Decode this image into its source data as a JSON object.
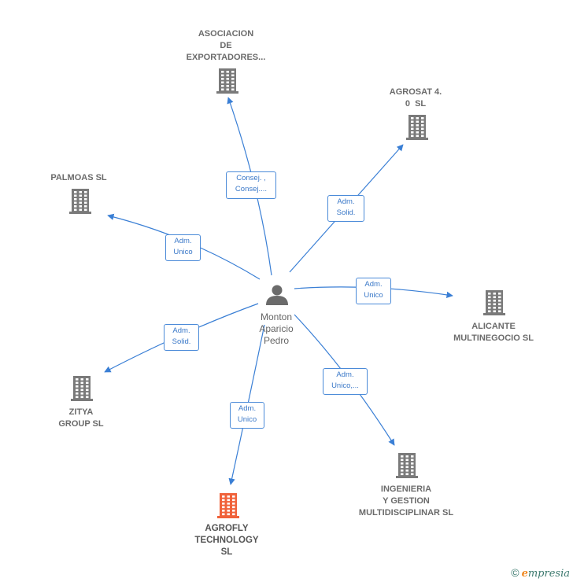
{
  "center": {
    "name_lines": [
      "Monton",
      "Aparicio",
      "Pedro"
    ],
    "icon": "person-icon"
  },
  "colors": {
    "edge": "#3a7fd5",
    "company": "#7a7a7a",
    "company_highlight": "#f0623a",
    "label_text": "#3a78c8"
  },
  "companies": [
    {
      "id": "asociacion",
      "lines": [
        "ASOCIACION",
        "DE",
        "EXPORTADORES..."
      ],
      "icon": "building-icon",
      "highlight": false
    },
    {
      "id": "agrosat",
      "lines": [
        "AGROSAT 4.",
        "0  SL"
      ],
      "icon": "building-icon",
      "highlight": false
    },
    {
      "id": "palmoas",
      "lines": [
        "PALMOAS SL"
      ],
      "icon": "building-icon",
      "highlight": false
    },
    {
      "id": "alicante",
      "lines": [
        "ALICANTE",
        "MULTINEGOCIO SL"
      ],
      "icon": "building-icon",
      "highlight": false
    },
    {
      "id": "zitya",
      "lines": [
        "ZITYA",
        "GROUP SL"
      ],
      "icon": "building-icon",
      "highlight": false
    },
    {
      "id": "ingenieria",
      "lines": [
        "INGENIERIA",
        "Y GESTION",
        "MULTIDISCIPLINAR SL"
      ],
      "icon": "building-icon",
      "highlight": false
    },
    {
      "id": "agrofly",
      "lines": [
        "AGROFLY",
        "TECHNOLOGY",
        "SL"
      ],
      "icon": "building-icon",
      "highlight": true
    }
  ],
  "relations": [
    {
      "to": "asociacion",
      "lines": [
        "Consej. ,",
        "Consej...."
      ]
    },
    {
      "to": "agrosat",
      "lines": [
        "Adm.",
        "Solid."
      ]
    },
    {
      "to": "palmoas",
      "lines": [
        "Adm.",
        "Unico"
      ]
    },
    {
      "to": "alicante",
      "lines": [
        "Adm.",
        "Unico"
      ]
    },
    {
      "to": "zitya",
      "lines": [
        "Adm.",
        "Solid."
      ]
    },
    {
      "to": "ingenieria",
      "lines": [
        "Adm.",
        "Unico,..."
      ]
    },
    {
      "to": "agrofly",
      "lines": [
        "Adm.",
        "Unico"
      ]
    }
  ],
  "footer": {
    "copyright": "©",
    "brand_first": "e",
    "brand_rest": "mpresia"
  }
}
